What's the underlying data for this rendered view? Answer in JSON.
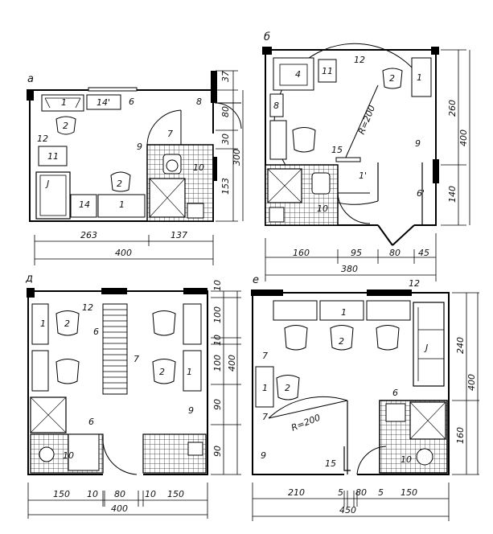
{
  "plans": {
    "a": {
      "letter": "а",
      "labels": {
        "n1": "1",
        "n14": "14'",
        "n6": "6",
        "n8": "8",
        "n2": "2",
        "n12": "12",
        "n9": "9",
        "n7": "7",
        "n11": "11",
        "nJ": "J",
        "n10": "10",
        "n2b": "2",
        "n14b": "14",
        "n1b": "1"
      },
      "dims": {
        "w1": "263",
        "w2": "137",
        "total": "400",
        "v1": "37",
        "v2": "80",
        "v3": "30",
        "v4": "153",
        "vtot": "300"
      }
    },
    "b": {
      "letter": "б",
      "labels": {
        "n4": "4",
        "n11": "11",
        "n12": "12",
        "n2": "2",
        "n1": "1",
        "n8": "8",
        "radius": "R=200",
        "n15": "15",
        "n9": "9",
        "n10": "10",
        "n1b": "1'",
        "n6": "6'"
      },
      "dims": {
        "w1": "160",
        "w2": "95",
        "w3": "80",
        "w4": "45",
        "total": "380",
        "v1": "260",
        "v2": "140",
        "vtot": "400"
      }
    },
    "d": {
      "letter": "д",
      "labels": {
        "n12": "12",
        "n1a": "1",
        "n2a": "2",
        "n6": "6",
        "n7": "7",
        "n2b": "2",
        "n1b": "1",
        "n9": "9",
        "n6b": "6",
        "n10": "10"
      },
      "dims": {
        "w1": "150",
        "w2": "10",
        "w3": "80",
        "w4": "10",
        "w5": "150",
        "total": "400",
        "v0": "10",
        "v1": "100",
        "v2": "10",
        "v3": "100",
        "v4": "90",
        "v5": "90",
        "vtot": "400"
      }
    },
    "e": {
      "letter": "е",
      "labels": {
        "n12": "12",
        "n1": "1",
        "n2": "2",
        "nJ": "J",
        "n7": "7",
        "n1b": "1",
        "n2b": "2",
        "n6": "6",
        "n7b": "7",
        "radius": "R=200",
        "n9": "9",
        "n15": "15",
        "n10": "10"
      },
      "dims": {
        "w1": "210",
        "w2": "5",
        "w3": "80",
        "w4": "5",
        "w5": "150",
        "total": "450",
        "v1": "240",
        "v2": "160",
        "vtot": "400"
      }
    }
  }
}
